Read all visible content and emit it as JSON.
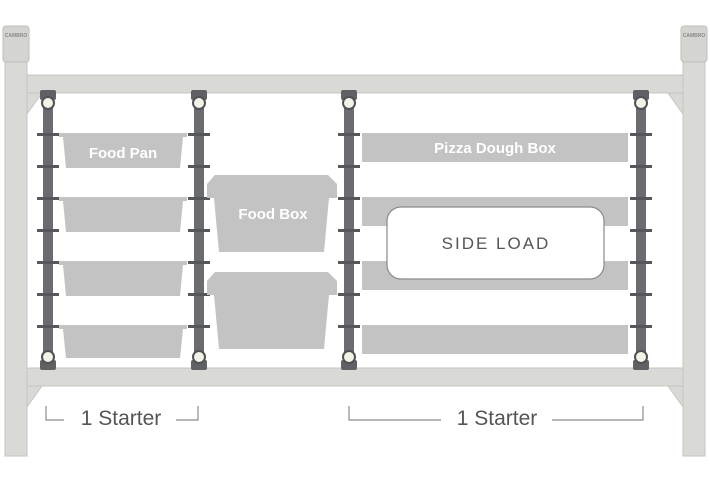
{
  "brand": "CAMBRO",
  "labels": {
    "food_pan": "Food Pan",
    "food_box": "Food Box",
    "pizza_dough_box": "Pizza Dough Box",
    "side_load": "SIDE LOAD",
    "starter_left": "1 Starter",
    "starter_right": "1 Starter"
  },
  "colors": {
    "frame": "#d9dad6",
    "frame_edge": "#c4c5c1",
    "rail": "#6a6c70",
    "item": "#c3c3c3",
    "side_load_bg": "#ffffff",
    "bracket": "#8c8c8c",
    "text_dark": "#555555"
  }
}
